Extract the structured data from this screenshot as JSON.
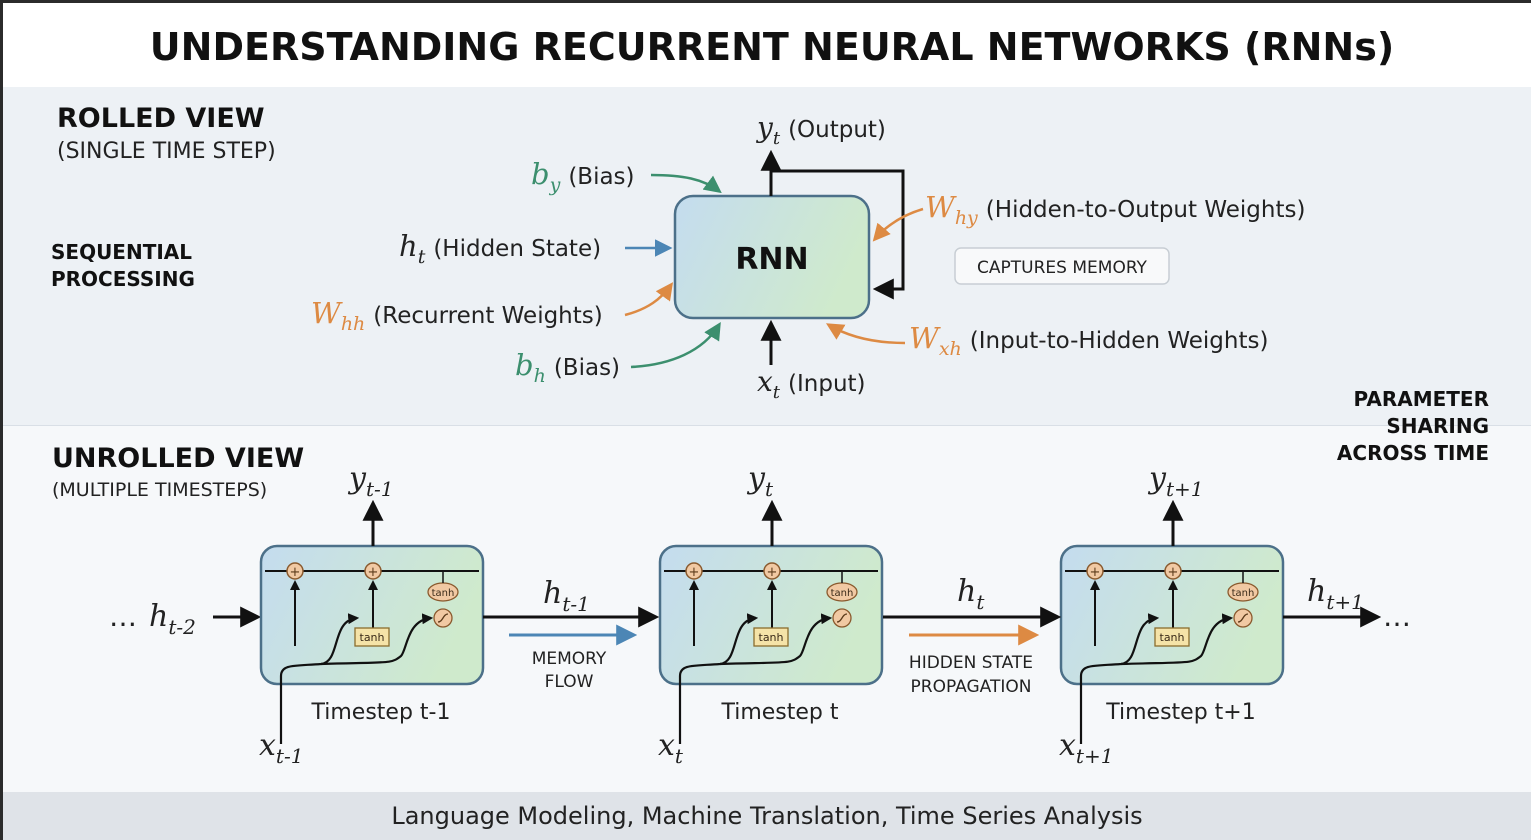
{
  "title": "UNDERSTANDING RECURRENT NEURAL NETWORKS (RNNs)",
  "rolled": {
    "heading": "ROLLED VIEW",
    "subheading": "(SINGLE TIME STEP)",
    "side_label_1": "SEQUENTIAL",
    "side_label_2": "PROCESSING",
    "block_label": "RNN",
    "memory_tag": "CAPTURES MEMORY",
    "output": {
      "sym": "y",
      "sub": "t",
      "text": "(Output)"
    },
    "input": {
      "sym": "x",
      "sub": "t",
      "text": "(Input)"
    },
    "bias_y": {
      "sym": "b",
      "sub": "y",
      "text": "(Bias)"
    },
    "hidden": {
      "sym": "h",
      "sub": "t",
      "text": "(Hidden State)"
    },
    "w_hh": {
      "sym": "W",
      "sub": "hh",
      "text": "(Recurrent Weights)"
    },
    "bias_h": {
      "sym": "b",
      "sub": "h",
      "text": "(Bias)"
    },
    "w_hy": {
      "sym": "W",
      "sub": "hy",
      "text": "(Hidden-to-Output Weights)"
    },
    "w_xh": {
      "sym": "W",
      "sub": "xh",
      "text": "(Input-to-Hidden Weights)"
    }
  },
  "unrolled": {
    "heading": "UNROLLED VIEW",
    "subheading": "(MULTIPLE TIMESTEPS)",
    "param_line_1": "PARAMETER",
    "param_line_2": "SHARING",
    "param_line_3": "ACROSS TIME",
    "ellipsis": "…",
    "h_start": {
      "sym": "h",
      "sub": "t-2"
    },
    "h_end": {
      "sym": "h",
      "sub": "t+1"
    },
    "tanh_box": "tanh",
    "tanh_oval": "tanh",
    "steps": [
      {
        "label": "Timestep t-1",
        "x_sym": "x",
        "x_sub": "t-1",
        "y_sym": "y",
        "y_sub": "t-1"
      },
      {
        "label": "Timestep t",
        "x_sym": "x",
        "x_sub": "t",
        "y_sym": "y",
        "y_sub": "t"
      },
      {
        "label": "Timestep t+1",
        "x_sym": "x",
        "x_sub": "t+1",
        "y_sym": "y",
        "y_sub": "t+1"
      }
    ],
    "links": [
      {
        "sym": "h",
        "sub": "t-1",
        "caption_1": "MEMORY",
        "caption_2": "FLOW"
      },
      {
        "sym": "h",
        "sub": "t",
        "caption_1": "HIDDEN STATE",
        "caption_2": "PROPAGATION"
      }
    ]
  },
  "footer": "Language Modeling, Machine Translation, Time Series Analysis",
  "colors": {
    "green": "#3c8f6e",
    "orange": "#dd8a43",
    "blue_arrow": "#4c86b5",
    "block_stroke": "#4c7089"
  }
}
